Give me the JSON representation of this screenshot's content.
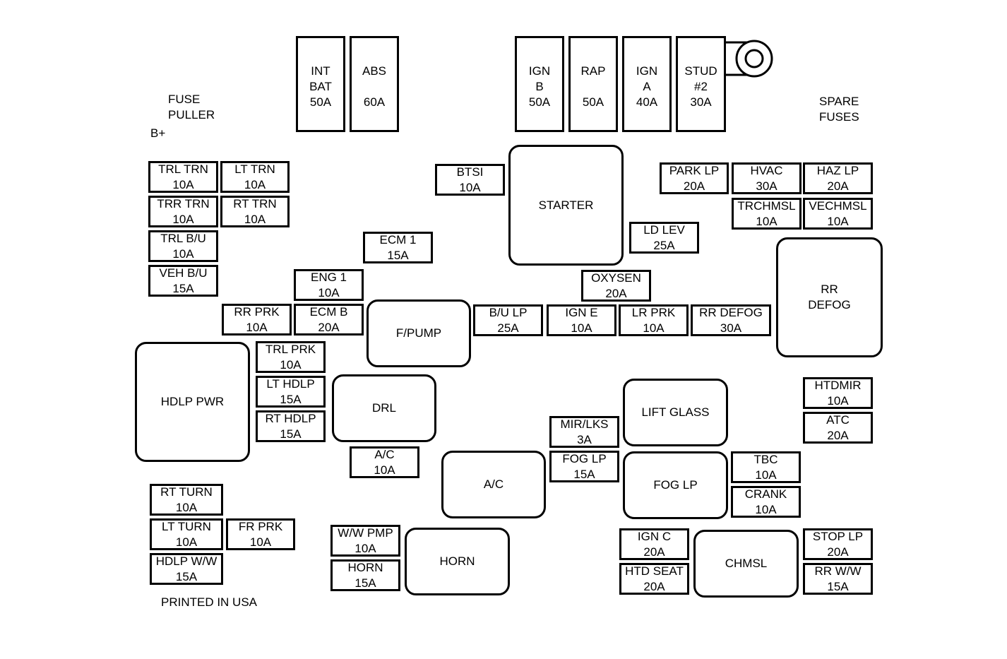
{
  "labels": {
    "fuse_puller": [
      "FUSE",
      "PULLER"
    ],
    "b_plus": "B+",
    "spare_fuses": [
      "SPARE",
      "FUSES"
    ],
    "printed": "PRINTED IN USA"
  },
  "fuses": [
    {
      "id": "int-bat",
      "lines": [
        "INT",
        "BAT",
        "50A"
      ],
      "name": "INT BAT",
      "rating": "50A"
    },
    {
      "id": "abs",
      "lines": [
        "ABS",
        "",
        "60A"
      ],
      "name": "ABS",
      "rating": "60A"
    },
    {
      "id": "ign-b",
      "lines": [
        "IGN",
        "B",
        "50A"
      ],
      "name": "IGN B",
      "rating": "50A"
    },
    {
      "id": "rap",
      "lines": [
        "RAP",
        "",
        "50A"
      ],
      "name": "RAP",
      "rating": "50A"
    },
    {
      "id": "ign-a",
      "lines": [
        "IGN",
        "A",
        "40A"
      ],
      "name": "IGN A",
      "rating": "40A"
    },
    {
      "id": "stud-2",
      "lines": [
        "STUD",
        "#2",
        "30A"
      ],
      "name": "STUD #2",
      "rating": "30A"
    },
    {
      "id": "trl-trn",
      "lines": [
        "TRL TRN",
        "10A"
      ]
    },
    {
      "id": "lt-trn",
      "lines": [
        "LT TRN",
        "10A"
      ]
    },
    {
      "id": "trr-trn",
      "lines": [
        "TRR TRN",
        "10A"
      ]
    },
    {
      "id": "rt-trn",
      "lines": [
        "RT TRN",
        "10A"
      ]
    },
    {
      "id": "trl-bu",
      "lines": [
        "TRL B/U",
        "10A"
      ]
    },
    {
      "id": "veh-bu",
      "lines": [
        "VEH B/U",
        "15A"
      ]
    },
    {
      "id": "btsi",
      "lines": [
        "BTSI",
        "10A"
      ]
    },
    {
      "id": "ecm-1",
      "lines": [
        "ECM 1",
        "15A"
      ]
    },
    {
      "id": "eng-1",
      "lines": [
        "ENG 1",
        "10A"
      ]
    },
    {
      "id": "rr-prk",
      "lines": [
        "RR PRK",
        "10A"
      ]
    },
    {
      "id": "ecm-b",
      "lines": [
        "ECM B",
        "20A"
      ]
    },
    {
      "id": "park-lp",
      "lines": [
        "PARK LP",
        "20A"
      ]
    },
    {
      "id": "hvac",
      "lines": [
        "HVAC",
        "30A"
      ]
    },
    {
      "id": "haz-lp",
      "lines": [
        "HAZ LP",
        "20A"
      ]
    },
    {
      "id": "trchmsl",
      "lines": [
        "TRCHMSL",
        "10A"
      ]
    },
    {
      "id": "vechmsl",
      "lines": [
        "VECHMSL",
        "10A"
      ]
    },
    {
      "id": "ld-lev",
      "lines": [
        "LD LEV",
        "25A"
      ]
    },
    {
      "id": "oxysen",
      "lines": [
        "OXYSEN",
        "20A"
      ]
    },
    {
      "id": "bu-lp",
      "lines": [
        "B/U LP",
        "25A"
      ]
    },
    {
      "id": "ign-e",
      "lines": [
        "IGN E",
        "10A"
      ]
    },
    {
      "id": "lr-prk",
      "lines": [
        "LR PRK",
        "10A"
      ]
    },
    {
      "id": "rr-defog-fuse",
      "lines": [
        "RR DEFOG",
        "30A"
      ]
    },
    {
      "id": "trl-prk",
      "lines": [
        "TRL PRK",
        "10A"
      ]
    },
    {
      "id": "lt-hdlp",
      "lines": [
        "LT HDLP",
        "15A"
      ]
    },
    {
      "id": "rt-hdlp",
      "lines": [
        "RT HDLP",
        "15A"
      ]
    },
    {
      "id": "ac-fuse",
      "lines": [
        "A/C",
        "10A"
      ]
    },
    {
      "id": "mir-lks",
      "lines": [
        "MIR/LKS",
        "3A"
      ]
    },
    {
      "id": "fog-lp-fuse",
      "lines": [
        "FOG LP",
        "15A"
      ]
    },
    {
      "id": "htdmir",
      "lines": [
        "HTDMIR",
        "10A"
      ]
    },
    {
      "id": "atc",
      "lines": [
        "ATC",
        "20A"
      ]
    },
    {
      "id": "tbc",
      "lines": [
        "TBC",
        "10A"
      ]
    },
    {
      "id": "crank",
      "lines": [
        "CRANK",
        "10A"
      ]
    },
    {
      "id": "rt-turn",
      "lines": [
        "RT TURN",
        "10A"
      ]
    },
    {
      "id": "lt-turn",
      "lines": [
        "LT TURN",
        "10A"
      ]
    },
    {
      "id": "fr-prk",
      "lines": [
        "FR PRK",
        "10A"
      ]
    },
    {
      "id": "hdlp-ww",
      "lines": [
        "HDLP W/W",
        "15A"
      ]
    },
    {
      "id": "ww-pmp",
      "lines": [
        "W/W PMP",
        "10A"
      ]
    },
    {
      "id": "horn-fuse",
      "lines": [
        "HORN",
        "15A"
      ]
    },
    {
      "id": "ign-c",
      "lines": [
        "IGN C",
        "20A"
      ]
    },
    {
      "id": "htd-seat",
      "lines": [
        "HTD SEAT",
        "20A"
      ]
    },
    {
      "id": "stop-lp",
      "lines": [
        "STOP LP",
        "20A"
      ]
    },
    {
      "id": "rr-ww",
      "lines": [
        "RR W/W",
        "15A"
      ]
    }
  ],
  "relays": [
    {
      "id": "starter",
      "lines": [
        "STARTER"
      ]
    },
    {
      "id": "rr-defog-relay",
      "lines": [
        "RR",
        "DEFOG"
      ]
    },
    {
      "id": "f-pump",
      "lines": [
        "F/PUMP"
      ]
    },
    {
      "id": "hdlp-pwr",
      "lines": [
        "HDLP PWR"
      ]
    },
    {
      "id": "drl",
      "lines": [
        "DRL"
      ]
    },
    {
      "id": "lift-glass",
      "lines": [
        "LIFT GLASS"
      ]
    },
    {
      "id": "ac-relay",
      "lines": [
        "A/C"
      ]
    },
    {
      "id": "fog-lp-relay",
      "lines": [
        "FOG LP"
      ]
    },
    {
      "id": "horn-relay",
      "lines": [
        "HORN"
      ]
    },
    {
      "id": "chmsl",
      "lines": [
        "CHMSL"
      ]
    }
  ]
}
